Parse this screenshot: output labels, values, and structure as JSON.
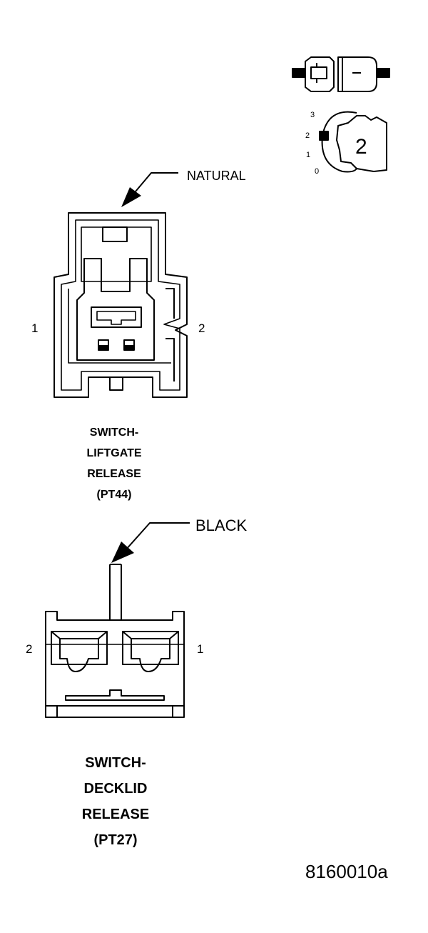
{
  "legend": {
    "cavity_labels": [
      "3",
      "2",
      "1",
      "0"
    ],
    "cavity_count": "2"
  },
  "connector_1": {
    "wire_color": "NATURAL",
    "pin_left": "1",
    "pin_right": "2",
    "title_lines": [
      "SWITCH-",
      "LIFTGATE",
      "RELEASE",
      "(PT44)"
    ]
  },
  "connector_2": {
    "wire_color": "BLACK",
    "pin_left": "2",
    "pin_right": "1",
    "title_lines": [
      "SWITCH-",
      "DECKLID",
      "RELEASE",
      "(PT27)"
    ]
  },
  "figure_id": "8160010a",
  "colors": {
    "line": "#000000",
    "background": "#ffffff"
  }
}
